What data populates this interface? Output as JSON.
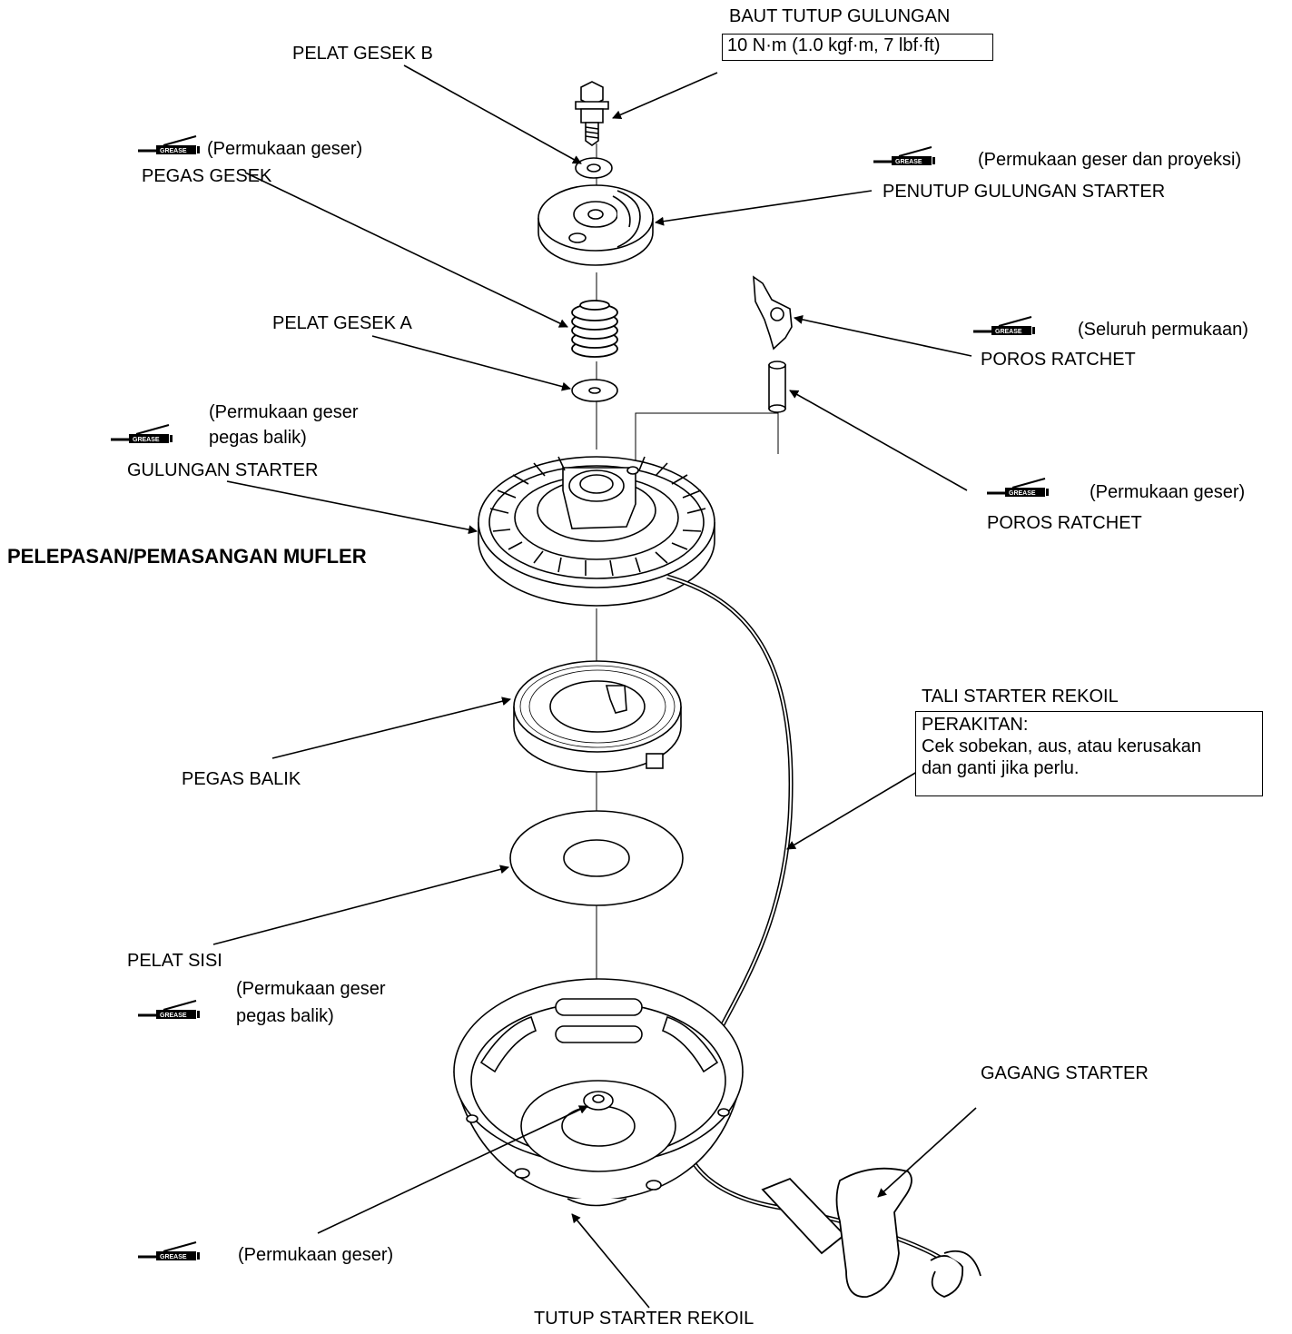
{
  "title": "PELEPASAN/PEMASANGAN MUFLER",
  "grease_tag": "GREASE",
  "labels": {
    "baut_tutup": "BAUT TUTUP GULUNGAN",
    "torque": "10 N·m (1.0 kgf·m, 7 lbf·ft)",
    "pelat_gesek_b": "PELAT GESEK B",
    "pegas_gesek_note": "(Permukaan geser)",
    "pegas_gesek": "PEGAS GESEK",
    "penutup_note": "(Permukaan geser dan proyeksi)",
    "penutup": "PENUTUP GULUNGAN STARTER",
    "pelat_gesek_a": "PELAT GESEK A",
    "ratchet1_note": "(Seluruh permukaan)",
    "ratchet1": "POROS RATCHET",
    "gulungan_note_1": "(Permukaan geser",
    "gulungan_note_2": "pegas balik)",
    "gulungan": "GULUNGAN STARTER",
    "ratchet2_note": "(Permukaan geser)",
    "ratchet2": "POROS RATCHET",
    "tali": "TALI STARTER REKOIL",
    "perakitan_1": "PERAKITAN:",
    "perakitan_2": "Cek sobekan, aus, atau kerusakan",
    "perakitan_3": "dan ganti jika perlu.",
    "pegas_balik": "PEGAS BALIK",
    "pelat_sisi": "PELAT SISI",
    "pelat_sisi_note_1": "(Permukaan geser",
    "pelat_sisi_note_2": "pegas balik)",
    "gagang": "GAGANG STARTER",
    "tutup_note": "(Permukaan geser)",
    "tutup": "TUTUP STARTER REKOIL"
  }
}
